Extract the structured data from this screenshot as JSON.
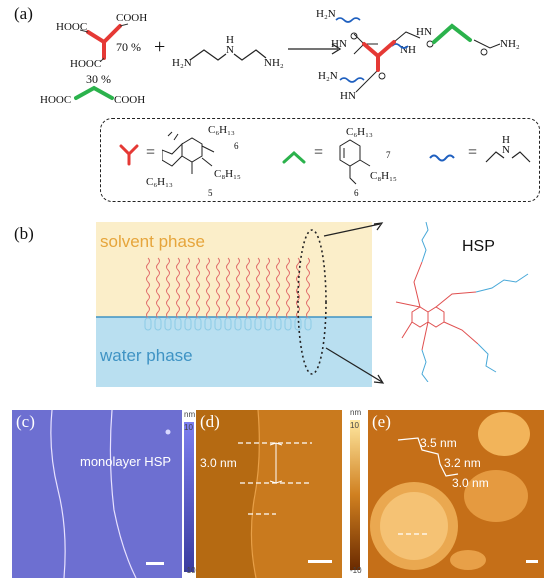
{
  "panel_labels": {
    "a": "(a)",
    "b": "(b)",
    "c": "(c)",
    "d": "(d)",
    "e": "(e)"
  },
  "panel_a": {
    "reactant_top": {
      "left": "HOOC",
      "right": "COOH",
      "bottom": "HOOC",
      "percent": "70 %"
    },
    "reactant_bottom": {
      "percent": "30 %",
      "left": "HOOC",
      "right": "COOH"
    },
    "plus": "+",
    "amine": {
      "h2n": "H₂N",
      "nh": "H",
      "nh_n": "N",
      "nh2": "NH₂"
    },
    "product": {
      "nh2_top": "H₂N",
      "hn_top": "HN",
      "nh_mid": "NH",
      "hn_right": "HN",
      "nh2_right": "NH₂",
      "nh2_bottom": "H₂N",
      "hn_bottom": "HN"
    },
    "legend": {
      "trimer_subs": [
        "C₆H₁₃",
        "C₆H₁₃",
        "C₈H₁₅",
        "6",
        "5"
      ],
      "dimer_subs": [
        "C₆H₁₃",
        "C₈H₁₅",
        "7",
        "6"
      ],
      "equals": "=",
      "linker_h": "H",
      "linker_n": "N"
    },
    "colors": {
      "trimer": "#e53935",
      "dimer": "#2bb24c",
      "linker": "#1e5fbf"
    }
  },
  "panel_b": {
    "solvent_label": "solvent phase",
    "water_label": "water phase",
    "hsp_label": "HSP",
    "colors": {
      "solvent": "#fbeec9",
      "water": "#b9dff0",
      "tail": "#e06868",
      "head": "#8ccbe6"
    }
  },
  "panel_c": {
    "text": "monolayer HSP",
    "scale_top": "nm",
    "scale_10": "10",
    "scale_m10": "-10"
  },
  "panel_d": {
    "height_label": "3.0 nm",
    "scale_top": "nm",
    "scale_10": "10",
    "scale_m10": "-10"
  },
  "panel_e": {
    "labels": [
      "3.5 nm",
      "3.2 nm",
      "3.0 nm"
    ]
  }
}
